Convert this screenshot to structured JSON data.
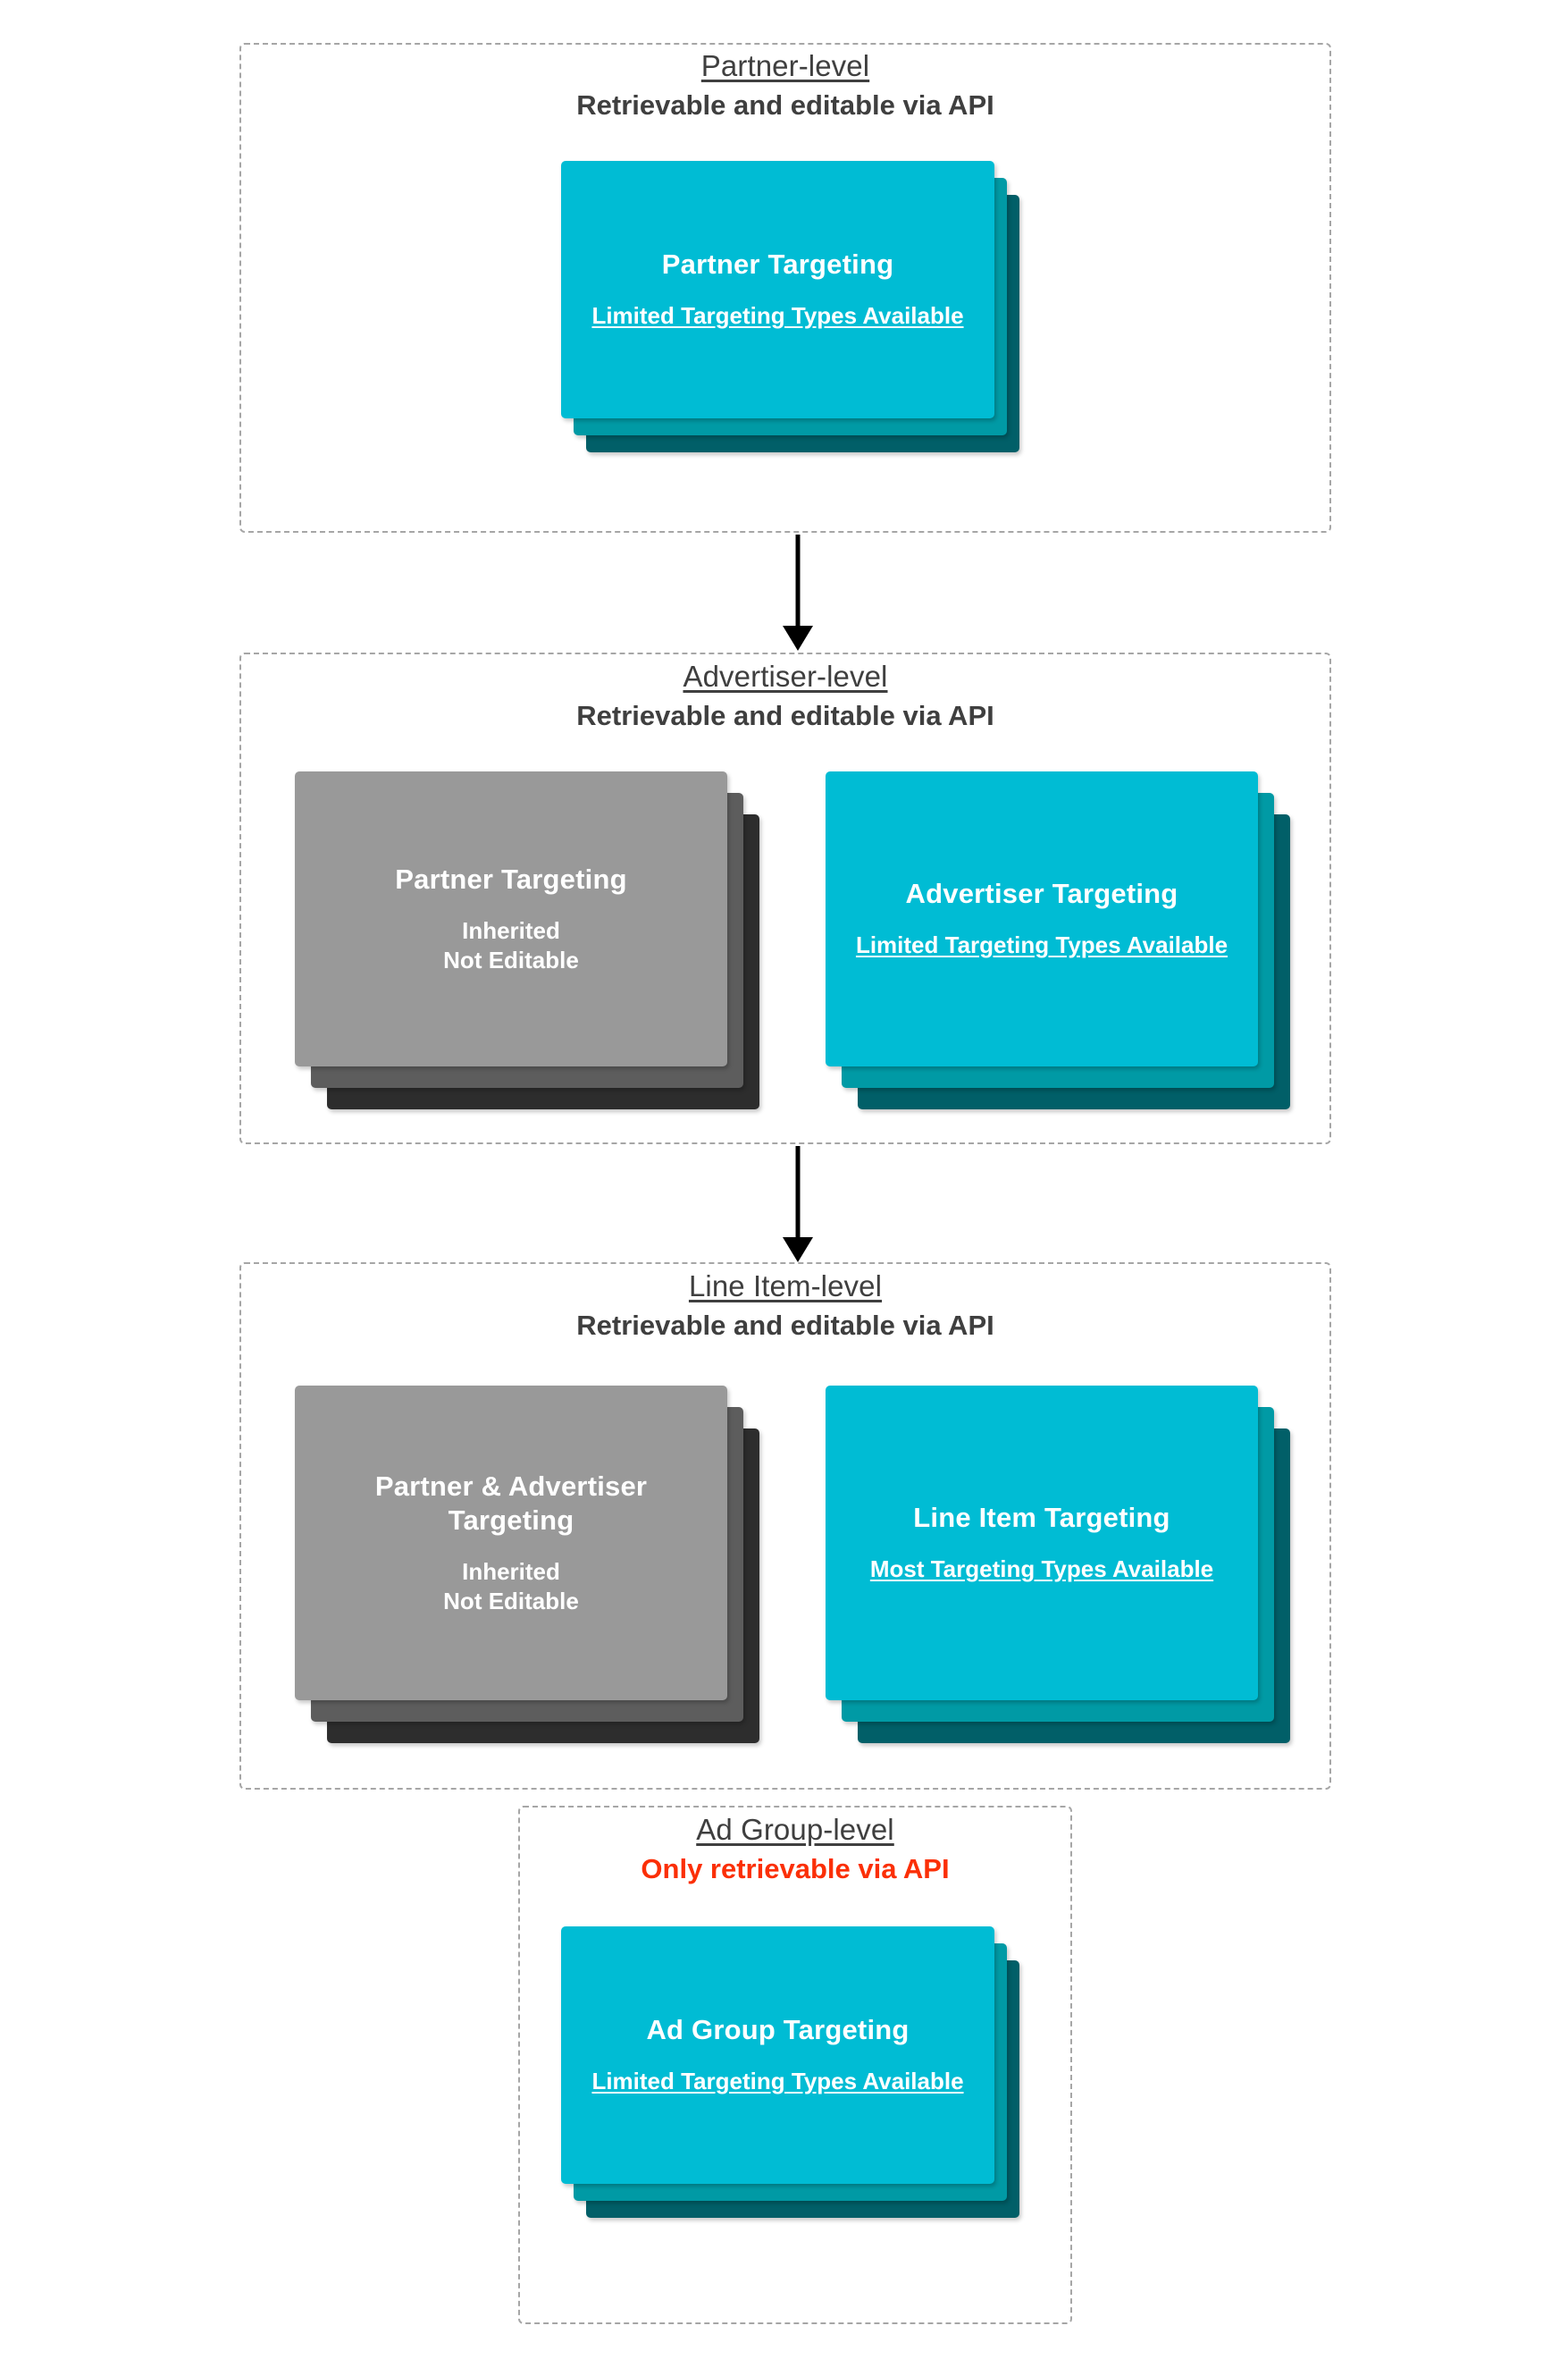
{
  "diagram": {
    "type": "flow-hierarchy",
    "colors": {
      "cyan_front": "#00bcd4",
      "cyan_mid": "#009aa5",
      "cyan_back": "#015f68",
      "gray_front": "#999999",
      "gray_mid": "#5d5d5d",
      "gray_back": "#2d2d2d",
      "danger_red": "#fb2f06",
      "box_border": "#a6a6a6",
      "heading_text": "#3f3f3f"
    },
    "levels": [
      {
        "id": "partner-level",
        "title": "Partner-level",
        "subtitle": "Retrievable and editable via API",
        "subtitle_style": "normal",
        "cards": [
          {
            "id": "partner-targeting",
            "title": "Partner Targeting",
            "subtitle": "Limited Targeting Types Available",
            "subtitle_underlined": true,
            "palette": "cyan"
          }
        ]
      },
      {
        "id": "advertiser-level",
        "title": "Advertiser-level",
        "subtitle": "Retrievable and editable via API",
        "subtitle_style": "normal",
        "cards": [
          {
            "id": "inherited-partner-targeting",
            "title": "Partner Targeting",
            "subtitle": "Inherited\nNot Editable",
            "subtitle_underlined": false,
            "palette": "gray"
          },
          {
            "id": "advertiser-targeting",
            "title": "Advertiser Targeting",
            "subtitle": "Limited Targeting Types Available",
            "subtitle_underlined": true,
            "palette": "cyan"
          }
        ]
      },
      {
        "id": "line-item-level",
        "title": "Line Item-level",
        "subtitle": "Retrievable and editable via API",
        "subtitle_style": "normal",
        "cards": [
          {
            "id": "inherited-partner-advertiser-targeting",
            "title": "Partner & Advertiser Targeting",
            "subtitle": "Inherited\nNot Editable",
            "subtitle_underlined": false,
            "palette": "gray"
          },
          {
            "id": "line-item-targeting",
            "title": "Line Item Targeting",
            "subtitle": "Most Targeting Types Available",
            "subtitle_underlined": true,
            "palette": "cyan"
          }
        ]
      },
      {
        "id": "ad-group-level",
        "title": "Ad Group-level",
        "subtitle": "Only retrievable via API",
        "subtitle_style": "danger",
        "cards": [
          {
            "id": "ad-group-targeting",
            "title": "Ad Group Targeting",
            "subtitle": "Limited Targeting Types Available",
            "subtitle_underlined": true,
            "palette": "cyan"
          }
        ]
      }
    ],
    "connectors": [
      {
        "id": "arrow-partner-to-advertiser",
        "from": "partner-level",
        "to": "advertiser-level"
      },
      {
        "id": "arrow-advertiser-to-line-item",
        "from": "advertiser-level",
        "to": "line-item-level"
      }
    ]
  }
}
